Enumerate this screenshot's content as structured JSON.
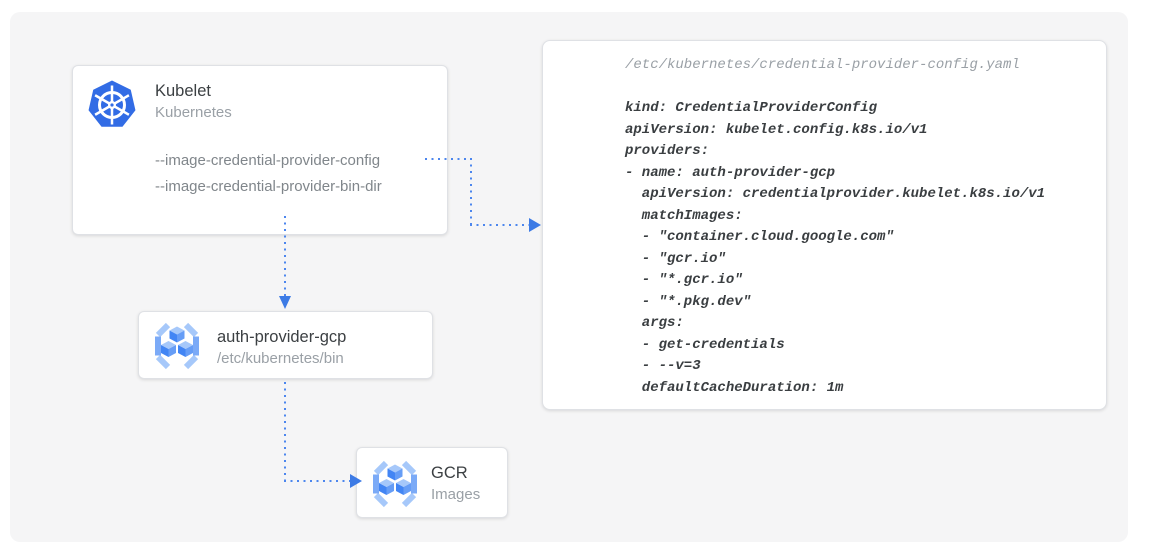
{
  "kubelet_card": {
    "title": "Kubelet",
    "subtitle": "Kubernetes",
    "flags": [
      "--image-credential-provider-config",
      "--image-credential-provider-bin-dir"
    ]
  },
  "auth_provider_card": {
    "title": "auth-provider-gcp",
    "subtitle": "/etc/kubernetes/bin"
  },
  "gcr_card": {
    "title": "GCR",
    "subtitle": "Images"
  },
  "config_panel": {
    "filename": "/etc/kubernetes/credential-provider-config.yaml",
    "code_lines": [
      "kind: CredentialProviderConfig",
      "apiVersion: kubelet.config.k8s.io/v1",
      "providers:",
      "- name: auth-provider-gcp",
      "  apiVersion: credentialprovider.kubelet.k8s.io/v1",
      "  matchImages:",
      "  - \"container.cloud.google.com\"",
      "  - \"gcr.io\"",
      "  - \"*.gcr.io\"",
      "  - \"*.pkg.dev\"",
      "  args:",
      "  - get-credentials",
      "  - --v=3",
      "  defaultCacheDuration: 1m"
    ]
  },
  "icons": {
    "kubelet": "kubernetes-helm",
    "auth_provider": "container-registry-cubes",
    "gcr": "container-registry-cubes"
  },
  "colors": {
    "kubernetes_blue": "#326CE5",
    "arrow_blue": "#4C86EE",
    "arrowhead_blue": "#3D7BE5",
    "card_border": "#DFE1E5",
    "panel_background": "#F5F5F6",
    "title_text": "#3C4043",
    "muted_text": "#9AA0A6",
    "flag_text": "#80868B",
    "code_text": "#3A3E41"
  }
}
